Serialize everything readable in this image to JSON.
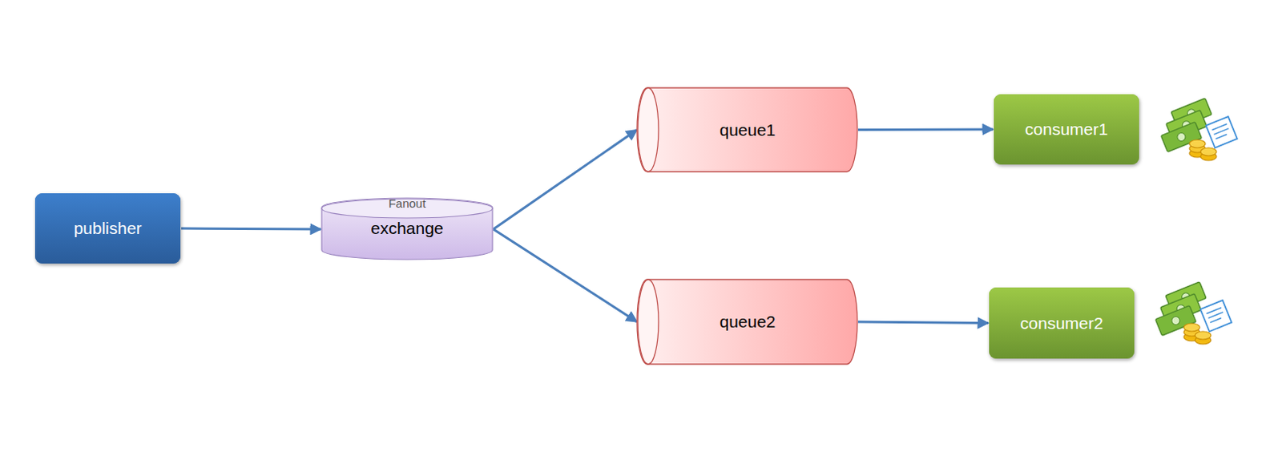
{
  "diagram": {
    "nodes": [
      {
        "text": [
          "publisher"
        ]
      },
      {
        "text": [
          "Fanout",
          "exchange"
        ]
      },
      {
        "text": [
          "queue1"
        ]
      },
      {
        "text": [
          "consumer1"
        ]
      },
      {
        "text": [
          "queue2"
        ]
      },
      {
        "text": [
          "consumer2"
        ]
      }
    ],
    "edges": [
      {
        "from": 0,
        "to": 1,
        "arrow": "to"
      },
      {
        "from": 1,
        "to": 2,
        "arrow": "to"
      },
      {
        "from": 1,
        "to": 4,
        "arrow": "to"
      },
      {
        "from": 2,
        "to": 3,
        "arrow": "to"
      },
      {
        "from": 4,
        "to": 5,
        "arrow": "to"
      }
    ]
  }
}
